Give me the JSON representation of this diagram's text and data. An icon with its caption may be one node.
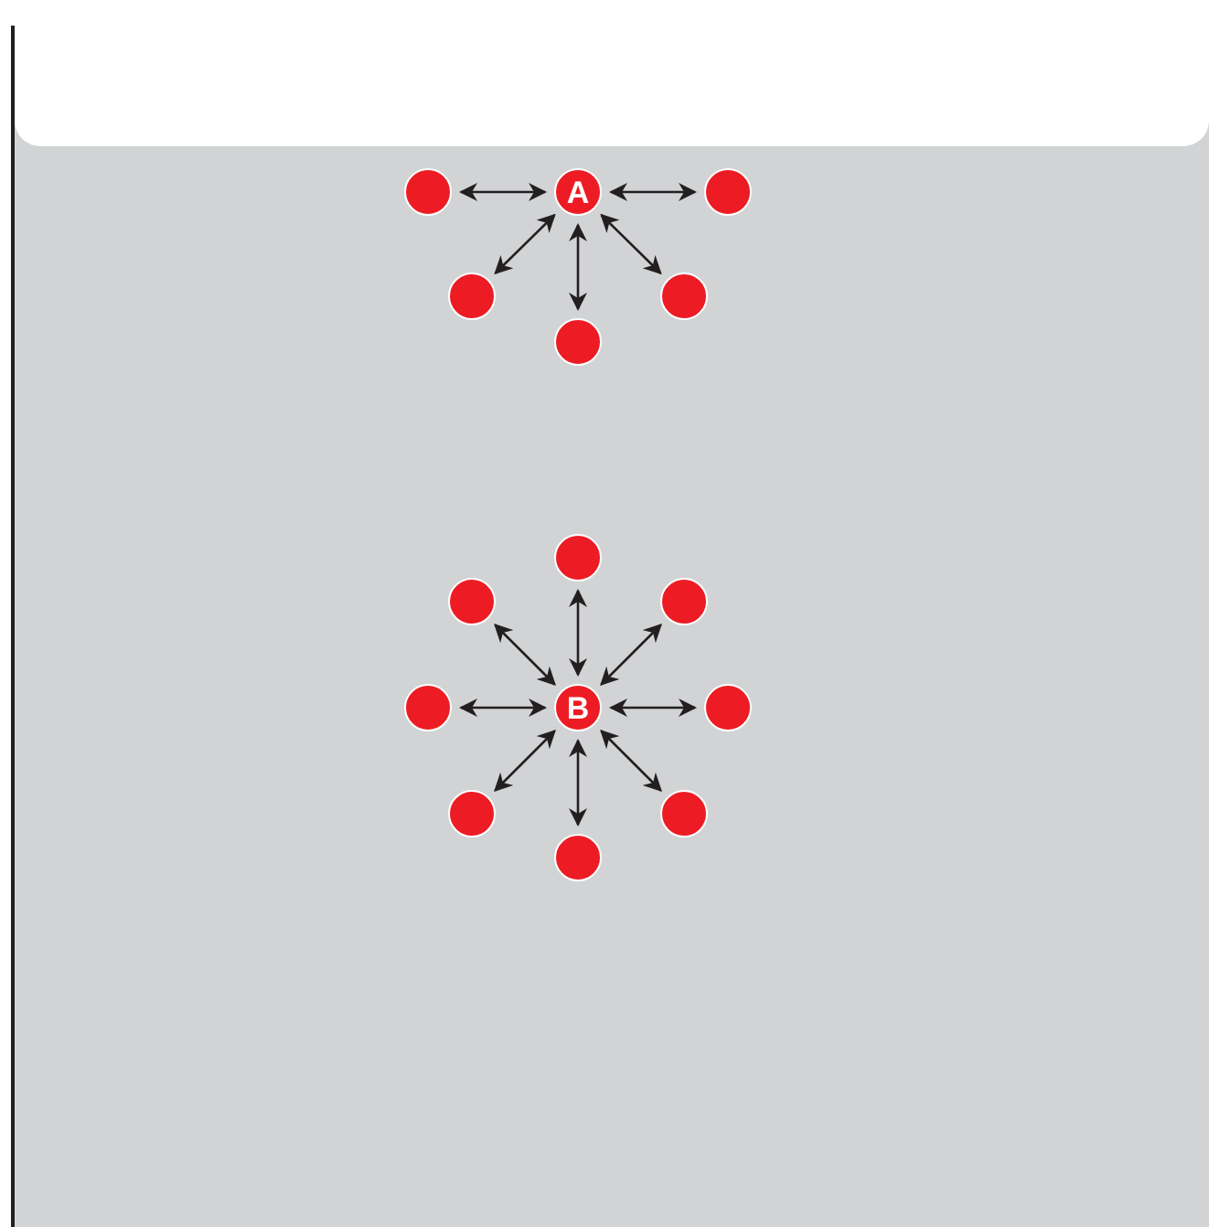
{
  "diagram": {
    "nodes": [
      {
        "text": [],
        "shape": "circle"
      },
      {
        "text": [
          "A"
        ]
      },
      {
        "text": [],
        "shape": "circle"
      },
      {
        "text": [],
        "shape": "circle"
      },
      {
        "text": [],
        "shape": "circle"
      },
      {
        "text": [],
        "shape": "circle"
      },
      {
        "text": [],
        "shape": "circle"
      },
      {
        "text": [],
        "shape": "circle"
      },
      {
        "text": [],
        "shape": "circle"
      },
      {
        "text": [],
        "shape": "circle"
      },
      {
        "text": [
          "B"
        ]
      },
      {
        "text": [],
        "shape": "circle"
      },
      {
        "text": [],
        "shape": "circle"
      },
      {
        "text": [],
        "shape": "circle"
      },
      {
        "text": [],
        "shape": "circle"
      }
    ],
    "edges": [
      {
        "from": 1,
        "to": 0,
        "arrow": "both"
      },
      {
        "from": 1,
        "to": 2,
        "arrow": "both"
      },
      {
        "from": 1,
        "to": 3,
        "arrow": "both"
      },
      {
        "from": 1,
        "to": 4,
        "arrow": "both"
      },
      {
        "from": 1,
        "to": 5,
        "arrow": "both"
      },
      {
        "from": 10,
        "to": 6,
        "arrow": "both"
      },
      {
        "from": 10,
        "to": 7,
        "arrow": "both"
      },
      {
        "from": 10,
        "to": 8,
        "arrow": "both"
      },
      {
        "from": 10,
        "to": 9,
        "arrow": "both"
      },
      {
        "from": 10,
        "to": 11,
        "arrow": "both"
      },
      {
        "from": 10,
        "to": 12,
        "arrow": "both"
      },
      {
        "from": 10,
        "to": 13,
        "arrow": "both"
      },
      {
        "from": 10,
        "to": 14,
        "arrow": "both"
      }
    ]
  }
}
